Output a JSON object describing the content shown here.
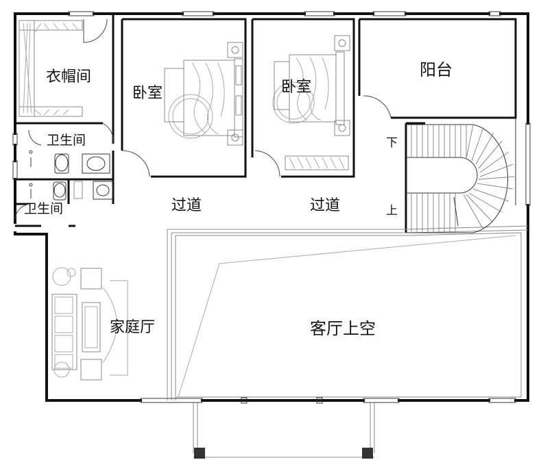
{
  "rooms": {
    "cloakroom": "衣帽间",
    "bedroom_left": "卧室",
    "bedroom_mid": "卧室",
    "balcony": "阳台",
    "bathroom_upper": "卫生间",
    "bathroom_lower": "卫生间",
    "corridor_left": "过道",
    "corridor_right": "过道",
    "family_hall": "家庭厅",
    "living_void": "客厅上空"
  },
  "stairs": {
    "down": "下",
    "up": "上"
  }
}
